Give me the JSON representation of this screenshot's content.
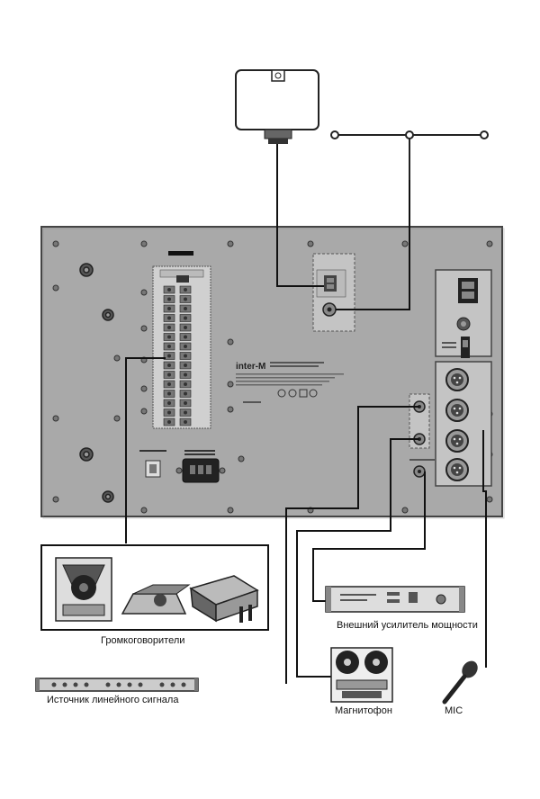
{
  "labels": {
    "speakers": "Громкоговорители",
    "amplifier": "Внешний усилитель мощности",
    "line_source": "Источник линейного сигнала",
    "tape": "Магнитофон",
    "mic": "MIC"
  },
  "panel": {
    "brand": "inter-M"
  },
  "colors": {
    "panel": "#a9a9a9",
    "panel_border": "#444444",
    "wire": "#111111"
  }
}
